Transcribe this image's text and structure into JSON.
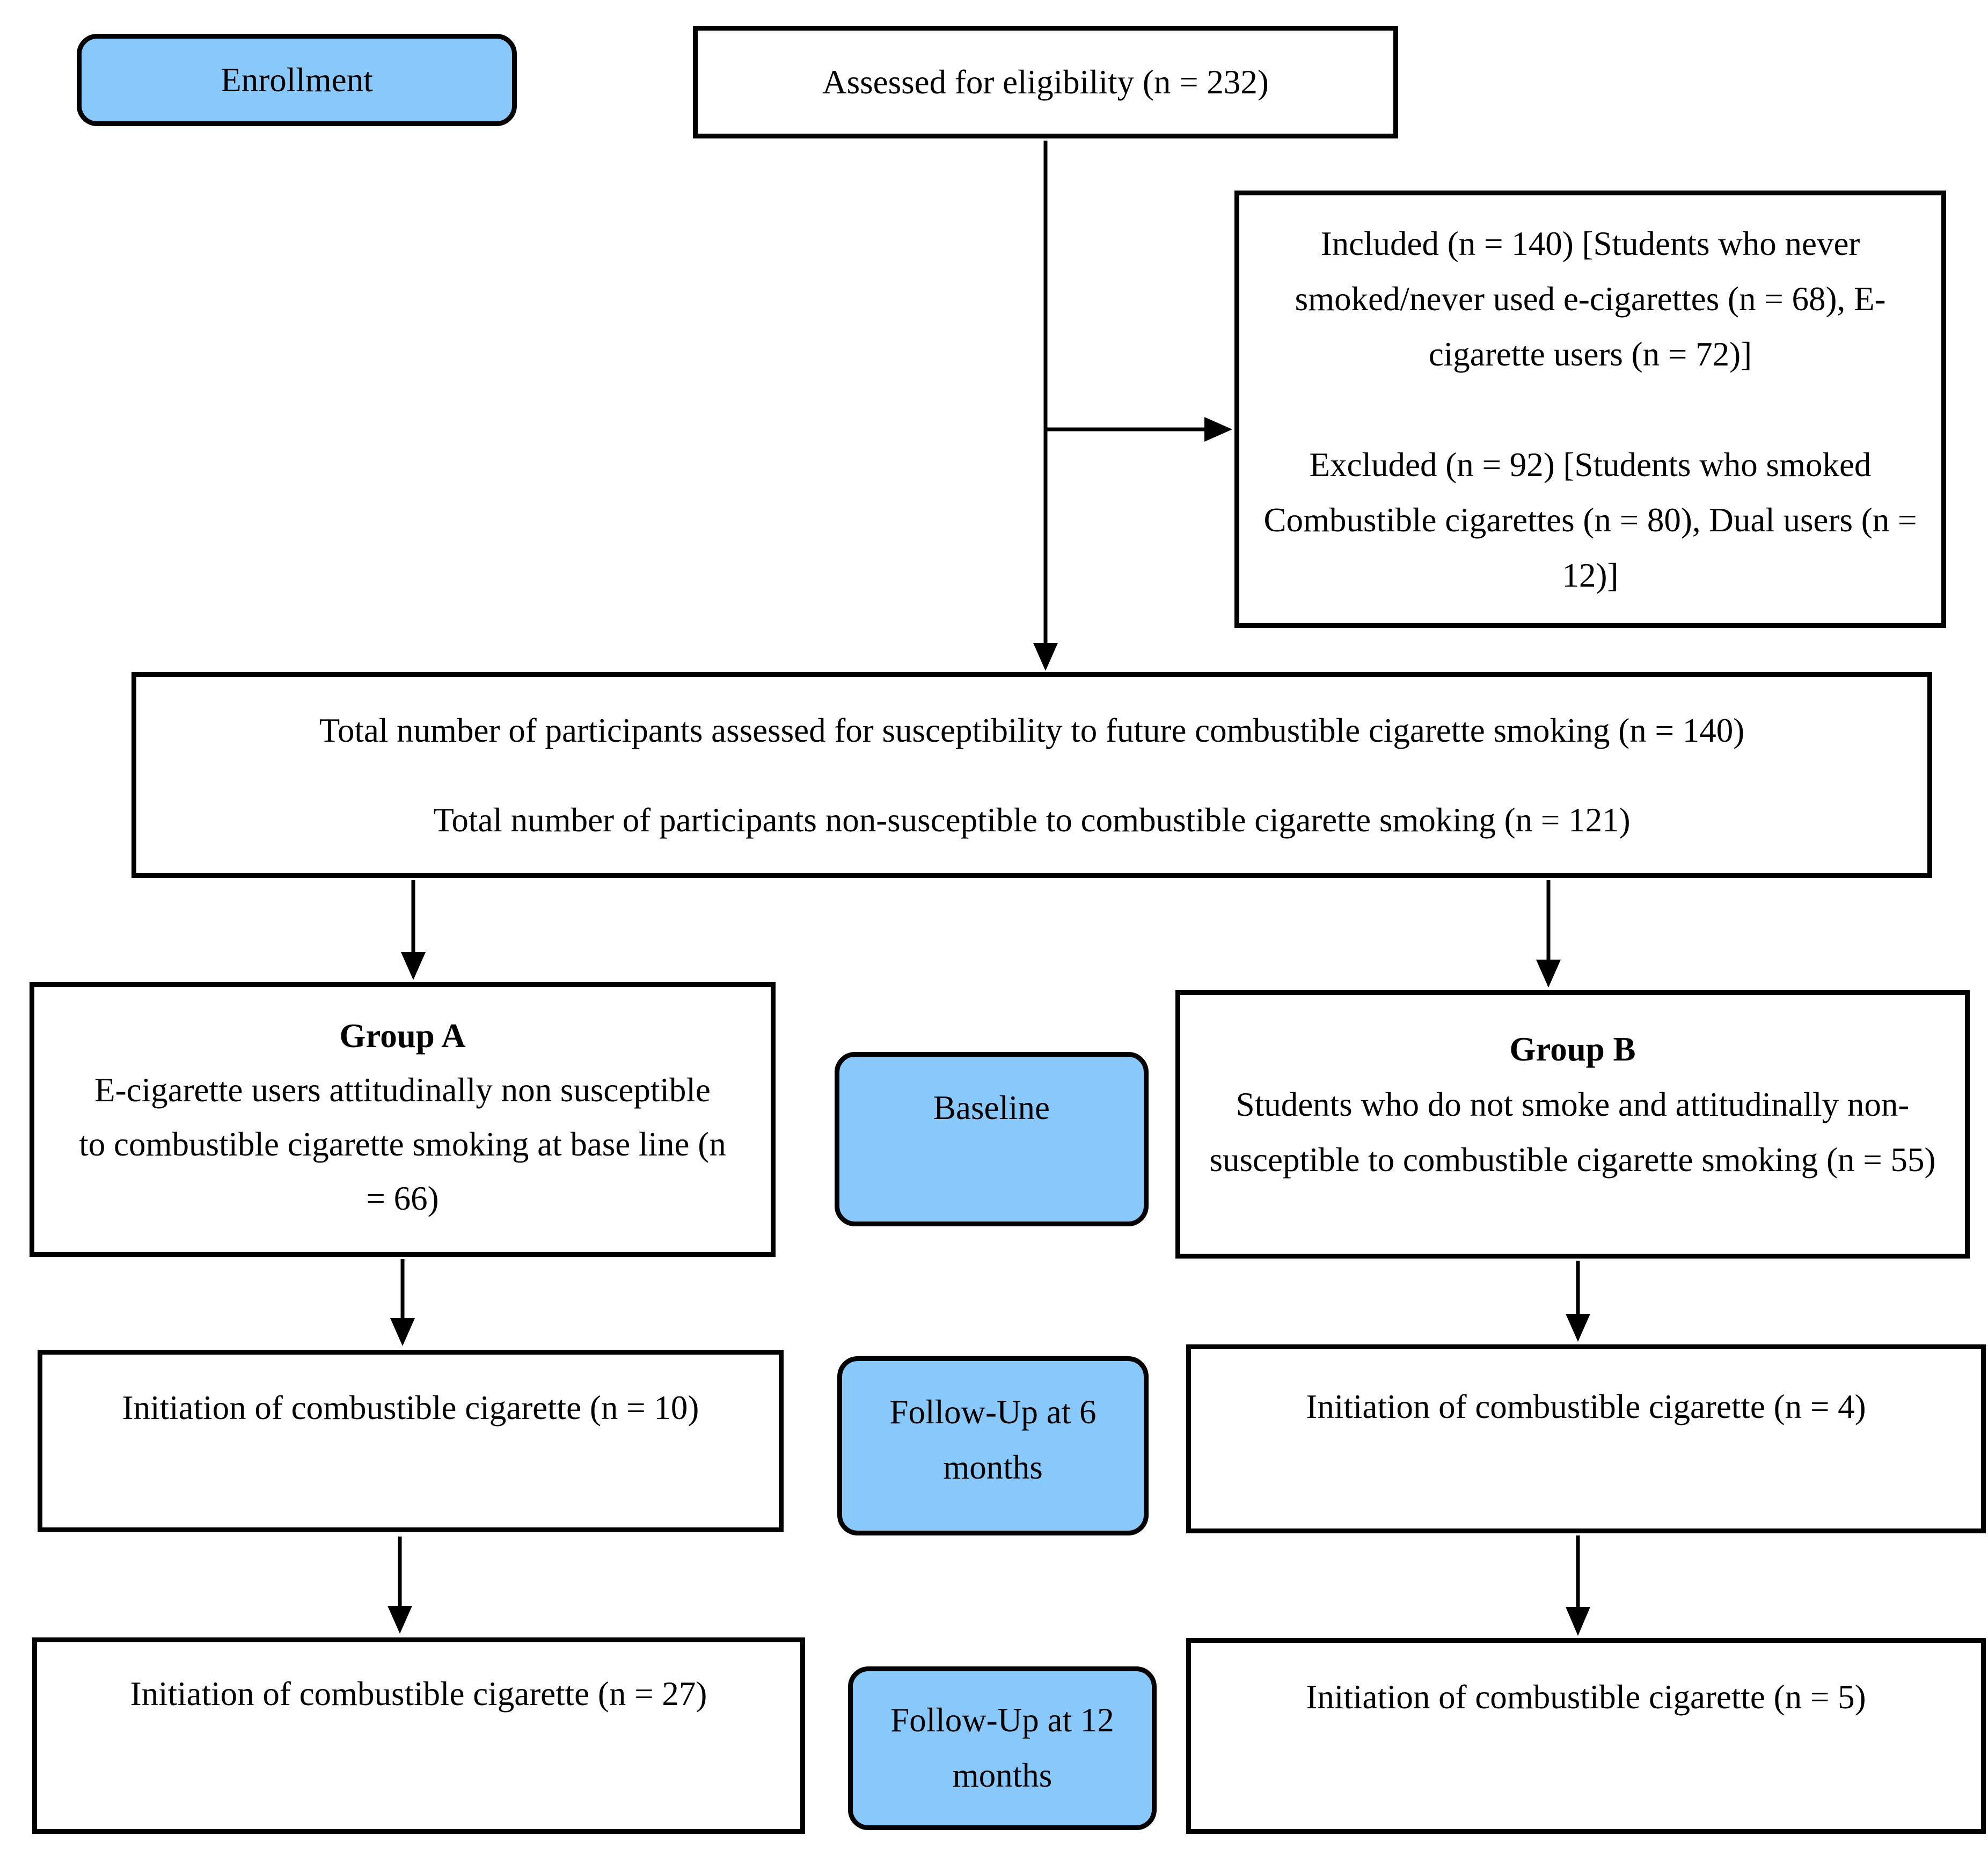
{
  "colors": {
    "accent_blue": "#89C8FA",
    "line_black": "#000000",
    "background": "#FFFFFF"
  },
  "flow": {
    "enrollment_label": "Enrollment",
    "assessed": "Assessed for eligibility (n = 232)",
    "screening": {
      "included": "Included (n = 140) [Students who never smoked/never used e-cigarettes (n = 68), E-cigarette users (n = 72)]",
      "excluded": "Excluded (n = 92) [Students who smoked Combustible cigarettes (n = 80), Dual users (n = 12)]"
    },
    "totals": {
      "line1": "Total number of participants assessed for susceptibility to future combustible cigarette smoking (n = 140)",
      "line2": "Total number of participants non-susceptible to combustible cigarette smoking (n = 121)"
    },
    "baseline_label": "Baseline",
    "group_a": {
      "title": "Group A",
      "description": "E-cigarette users attitudinally non susceptible to combustible cigarette smoking at base line (n = 66)"
    },
    "group_b": {
      "title": "Group B",
      "description": "Students who do not smoke and attitudinally non-susceptible to combustible cigarette smoking (n = 55)"
    },
    "followup_6_label": "Follow-Up at 6 months",
    "followup_12_label": "Follow-Up at 12 months",
    "outcomes": {
      "group_a_6mo": "Initiation of combustible cigarette (n = 10)",
      "group_b_6mo": "Initiation of combustible cigarette (n = 4)",
      "group_a_12mo": "Initiation of combustible cigarette (n = 27)",
      "group_b_12mo": "Initiation of combustible cigarette (n = 5)"
    }
  }
}
